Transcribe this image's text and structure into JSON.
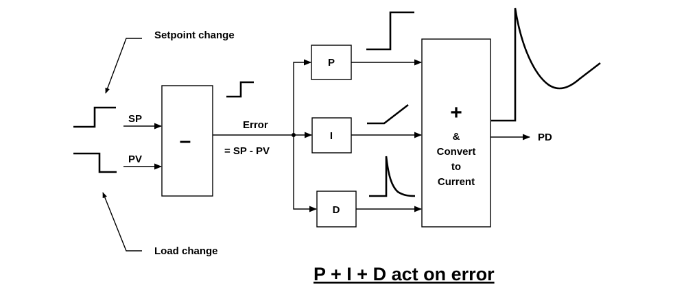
{
  "annotations": {
    "setpoint_change": "Setpoint change",
    "load_change": "Load change"
  },
  "signals": {
    "sp": "SP",
    "pv": "PV",
    "error": "Error",
    "error_eq": "= SP - PV",
    "output": "PD"
  },
  "blocks": {
    "subtract": "–",
    "p": "P",
    "i": "I",
    "d": "D",
    "sum_symbol": "+",
    "sum_lines": [
      "&",
      "Convert",
      "to",
      "Current"
    ]
  },
  "title": "P + I + D act on error"
}
